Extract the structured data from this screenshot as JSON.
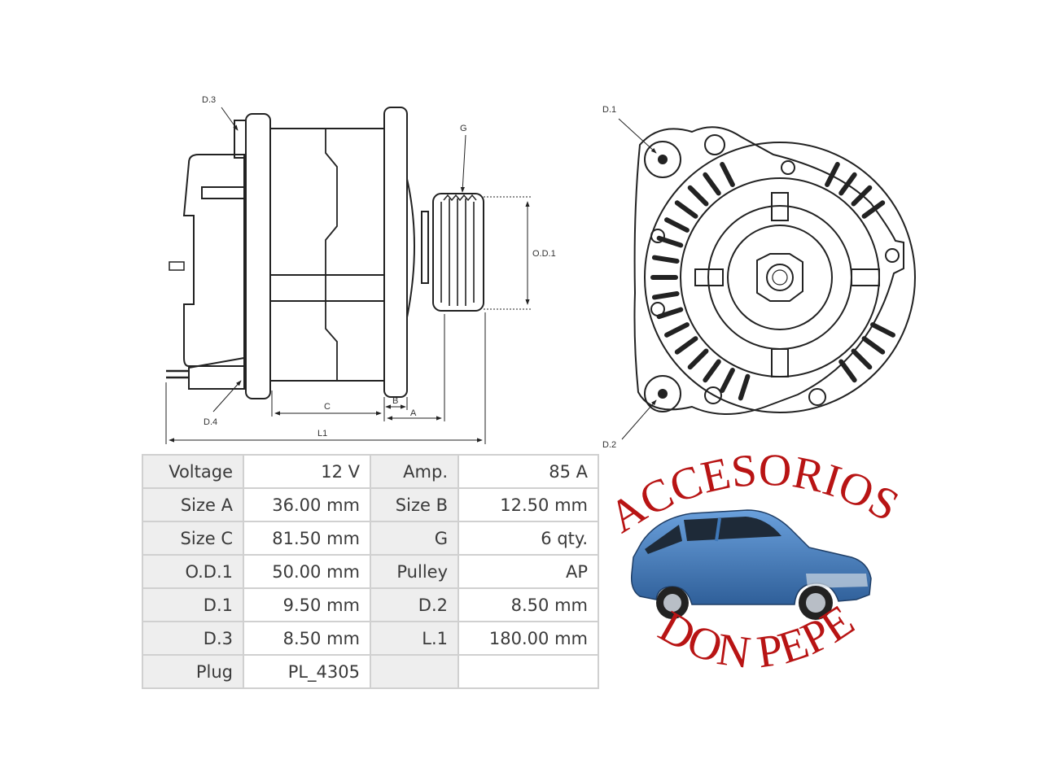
{
  "drawing": {
    "labels": {
      "d3": "D.3",
      "d4": "D.4",
      "d1": "D.1",
      "d2": "D.2",
      "g": "G",
      "od1": "O.D.1",
      "a": "A",
      "b": "B",
      "c": "C",
      "l1": "L1"
    },
    "line_color": "#222222"
  },
  "specs": {
    "rows": [
      {
        "k1": "Voltage",
        "v1": "12 V",
        "k2": "Amp.",
        "v2": "85 A"
      },
      {
        "k1": "Size A",
        "v1": "36.00 mm",
        "k2": "Size B",
        "v2": "12.50 mm"
      },
      {
        "k1": "Size C",
        "v1": "81.50 mm",
        "k2": "G",
        "v2": "6 qty."
      },
      {
        "k1": "O.D.1",
        "v1": "50.00 mm",
        "k2": "Pulley",
        "v2": "AP"
      },
      {
        "k1": "D.1",
        "v1": "9.50 mm",
        "k2": "D.2",
        "v2": "8.50 mm"
      },
      {
        "k1": "D.3",
        "v1": "8.50 mm",
        "k2": "L.1",
        "v2": "180.00 mm"
      },
      {
        "k1": "Plug",
        "v1": "PL_4305",
        "k2": "",
        "v2": ""
      }
    ],
    "header_bg": "#eeeeee",
    "border_color": "#d0d0d0"
  },
  "logo": {
    "top_text": "ACCESORIOS",
    "bottom_text": "DON PEPE",
    "text_color": "#b81414",
    "car_color": "#3f78b8",
    "car_icon": "car-icon"
  }
}
